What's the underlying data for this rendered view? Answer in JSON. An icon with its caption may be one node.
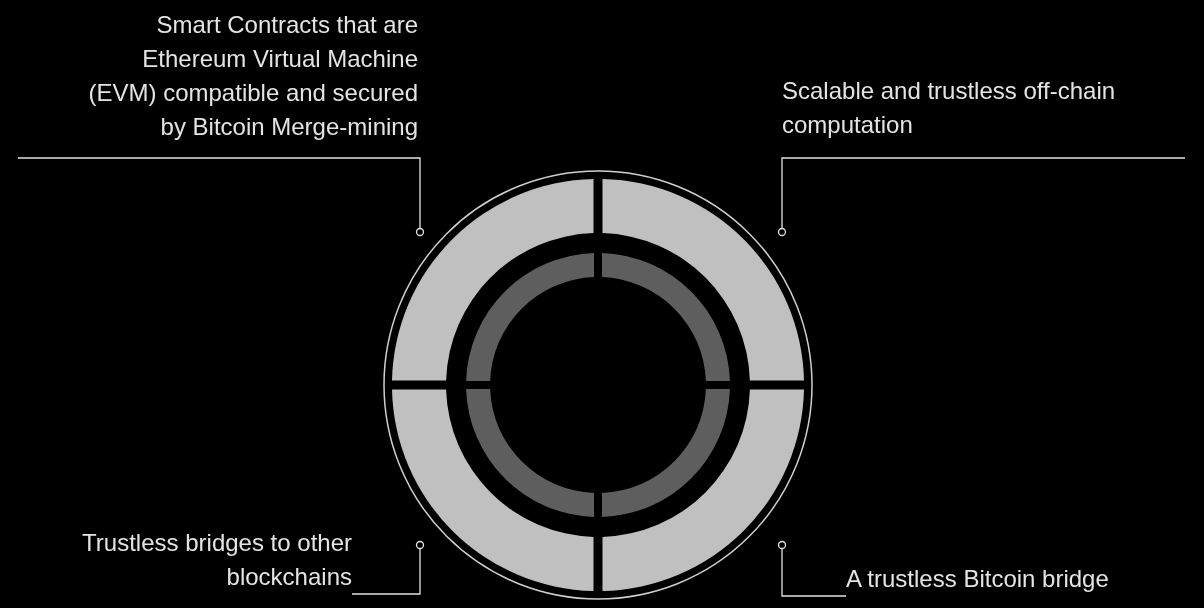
{
  "diagram": {
    "nodes": [
      {
        "text": [
          "Smart Contracts that are Ethereum Virtual Machine (EVM) compatible and secured by Bitcoin Merge-mining"
        ]
      },
      {
        "text": [
          "Scalable and trustless off-chain computation"
        ]
      },
      {
        "text": [
          "Trustless bridges to other blockchains"
        ]
      },
      {
        "text": [
          "A trustless Bitcoin bridge"
        ]
      },
      {
        "text": [],
        "shape": "arc"
      },
      {
        "text": [],
        "shape": "arc"
      },
      {
        "text": [],
        "shape": "arc"
      },
      {
        "text": [],
        "shape": "arc"
      }
    ],
    "edges": [
      {
        "from": 0,
        "to": 4,
        "arrow": "other"
      },
      {
        "from": 1,
        "to": 5,
        "arrow": "other"
      },
      {
        "from": 2,
        "to": 6,
        "arrow": "other"
      },
      {
        "from": 3,
        "to": 7,
        "arrow": "other"
      }
    ]
  }
}
